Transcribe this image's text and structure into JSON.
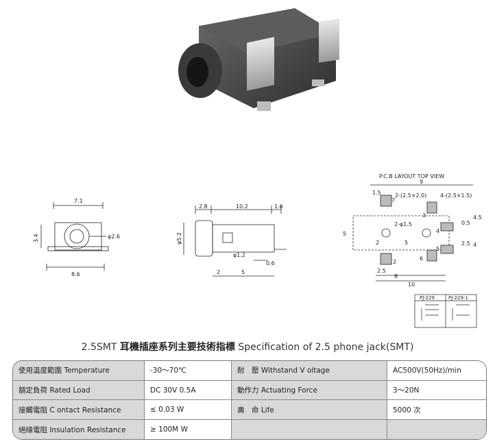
{
  "title": {
    "model": "2.5SMT",
    "cn": "耳機插座系列主要技術指標",
    "en": "Specification of 2.5 phone jack(SMT)"
  },
  "drawings": {
    "front": {
      "width": "7.1",
      "height": "3.4",
      "bottom": "8.6",
      "hole": "φ2.6"
    },
    "side": {
      "d1": "2.8",
      "d2": "10.2",
      "d3": "1.6",
      "dia": "φ5.2",
      "pin": "φ1.2",
      "b1": "0.6",
      "b2": "2",
      "b3": "5"
    },
    "pcb": {
      "title": "P.C.B LAYOUT   TOP VIEW",
      "top": "9",
      "pad_l": "1.5",
      "pads": "2-(2.5×2.0)",
      "pads_r": "4-(2.5×1.5)",
      "holes": "2-φ1.5",
      "h": "5",
      "w2": "2",
      "w5": "5",
      "r05": "0.5",
      "r45": "4.5",
      "r25": "2.5",
      "r4": "4",
      "b25": "2.5",
      "b8": "8",
      "b10": "10",
      "n3": "3",
      "n7": "7",
      "n4": "4",
      "n5": "5",
      "n6": "6",
      "n2": "2"
    },
    "schematic": {
      "a": "PJ-229",
      "b": "PJ-229-1"
    }
  },
  "specs": [
    {
      "label1": "使用温度範圍 Temperature",
      "value1": "-30～70℃",
      "label2": "耐　壓  Withstand V oltage",
      "value2": "AC500V(50Hz)/min"
    },
    {
      "label1": "額定負荷  Rated Load",
      "value1": "DC  30V  0.5A",
      "label2": "動作力  Actuating Force",
      "value2": "3～20N"
    },
    {
      "label1": "接觸電阻  C ontact Resistance",
      "value1": "≤ 0.03 W",
      "label2": "壽　命  Life",
      "value2": "5000 次"
    },
    {
      "label1": "絕緣電阻  Insulation Resistance",
      "value1": "≥ 100M W",
      "label2": "",
      "value2": ""
    }
  ]
}
